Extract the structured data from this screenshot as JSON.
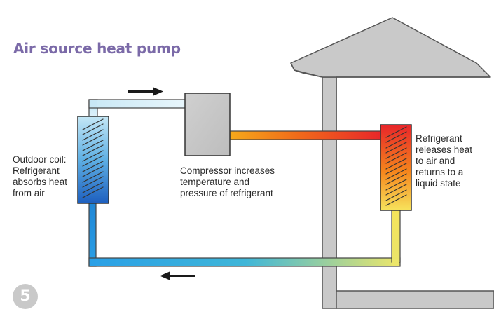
{
  "title": "Air source heat pump",
  "labels": {
    "outdoor_coil": "Outdoor coil:\nRefrigerant\nabsorbs heat\nfrom air",
    "compressor": "Compressor increases\ntemperature and\npressure of refrigerant",
    "indoor_coil": "Refrigerant\nreleases heat\nto air and\nreturns to a\nliquid state"
  },
  "badge": "5",
  "colors": {
    "title": "#7b6aa8",
    "cold": "#1e73c8",
    "cool": "#8fd0ea",
    "hot": "#e8262a",
    "warm": "#f3a21c",
    "yellow": "#f5e85c",
    "house": "#c9c9c9",
    "compressor": "#c8c8c8"
  }
}
